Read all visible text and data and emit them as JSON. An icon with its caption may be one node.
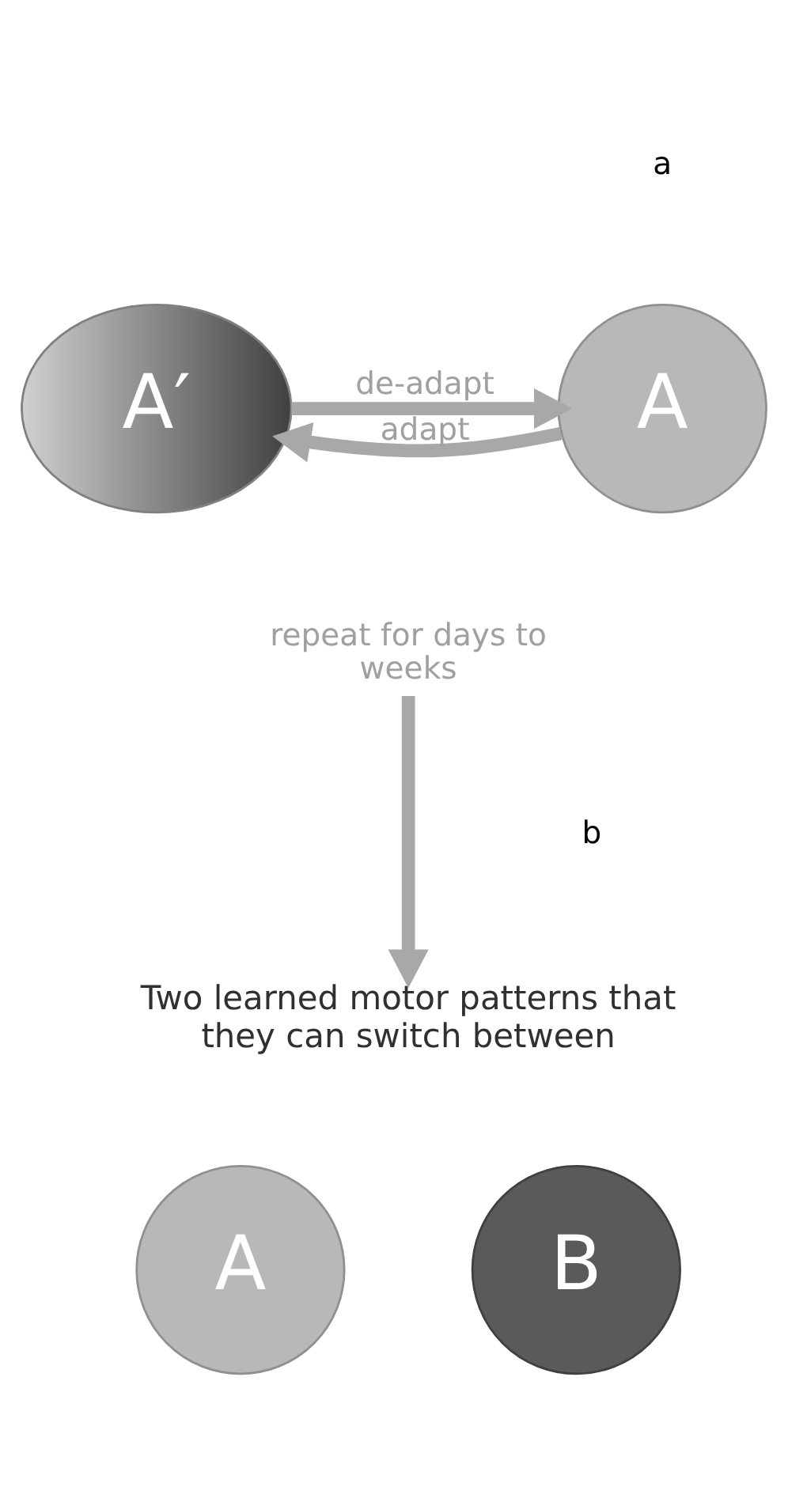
{
  "diagram": {
    "nodes": [
      {
        "text": [
          "A"
        ]
      },
      {
        "text": [
          "A′"
        ]
      },
      {
        "text": [
          "repeat for days to weeks"
        ]
      },
      {
        "text": [
          "Two learned motor patterns that they can switch between"
        ]
      },
      {
        "text": [
          "A"
        ]
      },
      {
        "text": [
          "B"
        ]
      }
    ],
    "edges": [
      {
        "from": 0,
        "to": 1,
        "arrow": "to",
        "label": "adapt"
      },
      {
        "from": 1,
        "to": 0,
        "arrow": "to",
        "label": "de-adapt"
      },
      {
        "from": 2,
        "to": 3,
        "arrow": "to"
      }
    ],
    "labels": [
      "a",
      "b"
    ]
  }
}
